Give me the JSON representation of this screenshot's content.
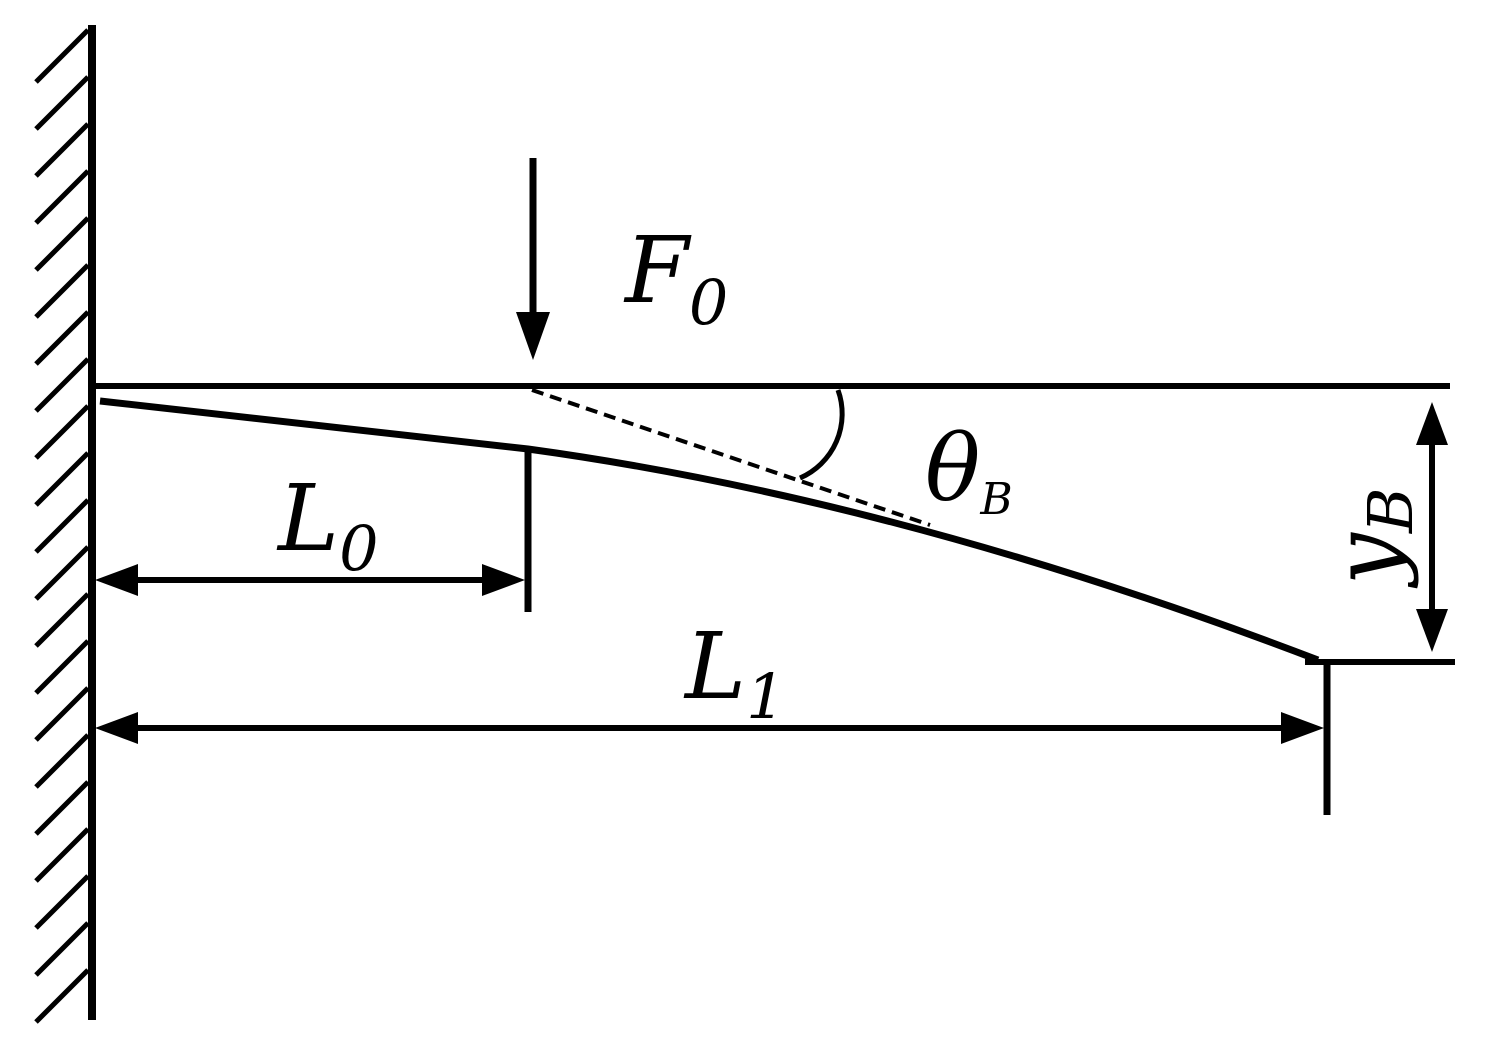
{
  "colors": {
    "ink": "#000000",
    "background": "#ffffff"
  },
  "labels": {
    "force": {
      "main": "F",
      "sub": "0"
    },
    "angle": {
      "main": "θ",
      "sub": "B"
    },
    "deflection": {
      "main": "y",
      "sub": "B"
    },
    "load_distance": {
      "main": "L",
      "sub": "0"
    },
    "beam_length": {
      "main": "L",
      "sub": "1"
    }
  }
}
